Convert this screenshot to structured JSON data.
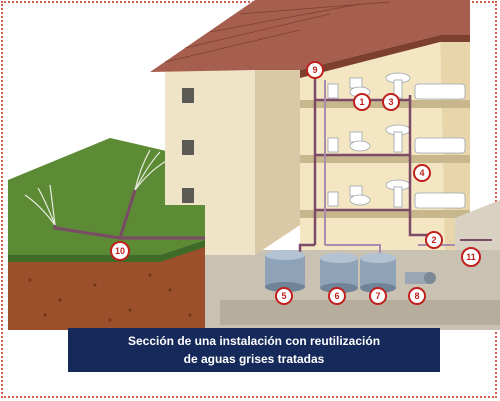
{
  "caption": {
    "line1": "Sección de una instalación con reutilización",
    "line2": "de aguas grises tratadas"
  },
  "markers": [
    "1",
    "2",
    "3",
    "4",
    "5",
    "6",
    "7",
    "8",
    "9",
    "10",
    "11"
  ],
  "colors": {
    "marker_ring": "#c0201d",
    "pipe": "#7a4a66",
    "grass": "#5d8a35",
    "soil": "#a0522d",
    "roof": "#a65f4e",
    "wall": "#efe3c8",
    "caption_bg": "#15295a",
    "frame_border": "#d75b4a"
  }
}
